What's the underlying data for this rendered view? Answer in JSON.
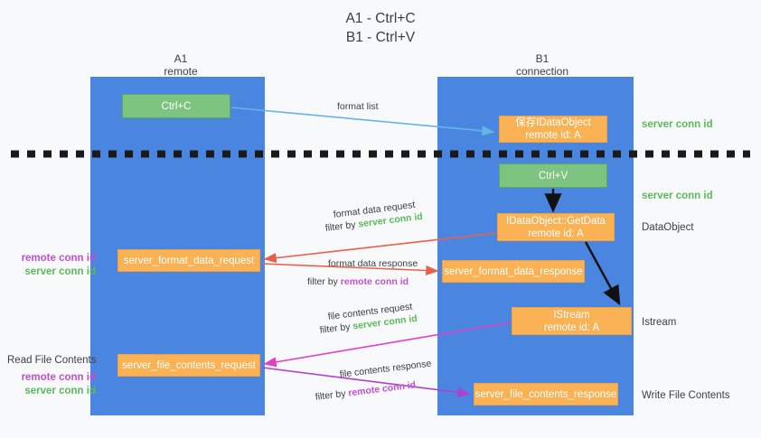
{
  "title": "A1 - Ctrl+C\nB1 - Ctrl+V",
  "lanes": [
    {
      "name": "A1",
      "sub": "remote",
      "label": "A1\nremote"
    },
    {
      "name": "B1",
      "sub": "connection",
      "label": "B1\nconnection"
    }
  ],
  "nodes": {
    "ctrl_c": "Ctrl+C",
    "data_object": "保存IDataObject\nremote id: A",
    "ctrl_v": "Ctrl+V",
    "get_data": "IDataObject::GetData\nremote id: A",
    "istream": "IStream\nremote id: A",
    "server_format_data_request": "server_format_data_request",
    "server_format_data_response": "server_format_data_response",
    "server_file_contents_request": "server_file_contents_request",
    "server_file_contents_response": "server_file_contents_response"
  },
  "edges": {
    "format_list": "format list",
    "format_data_request": "format data request",
    "format_data_request_filter_prefix": "filter by ",
    "format_data_request_filter_value": "server conn id",
    "format_data_response": "format data response",
    "format_data_response_filter_prefix": "filter by ",
    "format_data_response_filter_value": "remote conn id",
    "file_contents_request": "file contents request",
    "file_contents_request_filter_prefix": "filter by ",
    "file_contents_request_filter_value": "server conn id",
    "file_contents_response": "file contents response",
    "file_contents_response_filter_prefix": "filter by ",
    "file_contents_response_filter_value": "remote conn id"
  },
  "annotations": {
    "server_conn_id_top": "server conn id",
    "server_conn_id_mid": "server conn id",
    "data_object": "DataObject",
    "istream": "Istream",
    "write_file_contents": "Write File Contents",
    "read_file_contents": "Read File Contents",
    "remote_conn_id_1": "remote conn id",
    "server_conn_id_1": "server conn id",
    "remote_conn_id_2": "remote conn id",
    "server_conn_id_2": "server conn id"
  },
  "colors": {
    "lane": "#4a86e0",
    "green_node": "#7cc47f",
    "orange_node": "#fbb254",
    "background": "#f8f9fa",
    "server_conn_id": "#5cb85c",
    "remote_conn_id": "#c050d0",
    "arrow_blue": "#66b3e8",
    "arrow_red": "#e8604c",
    "arrow_magenta": "#e040c8",
    "arrow_purple": "#a040c8",
    "arrow_black": "#1a1a1a"
  }
}
